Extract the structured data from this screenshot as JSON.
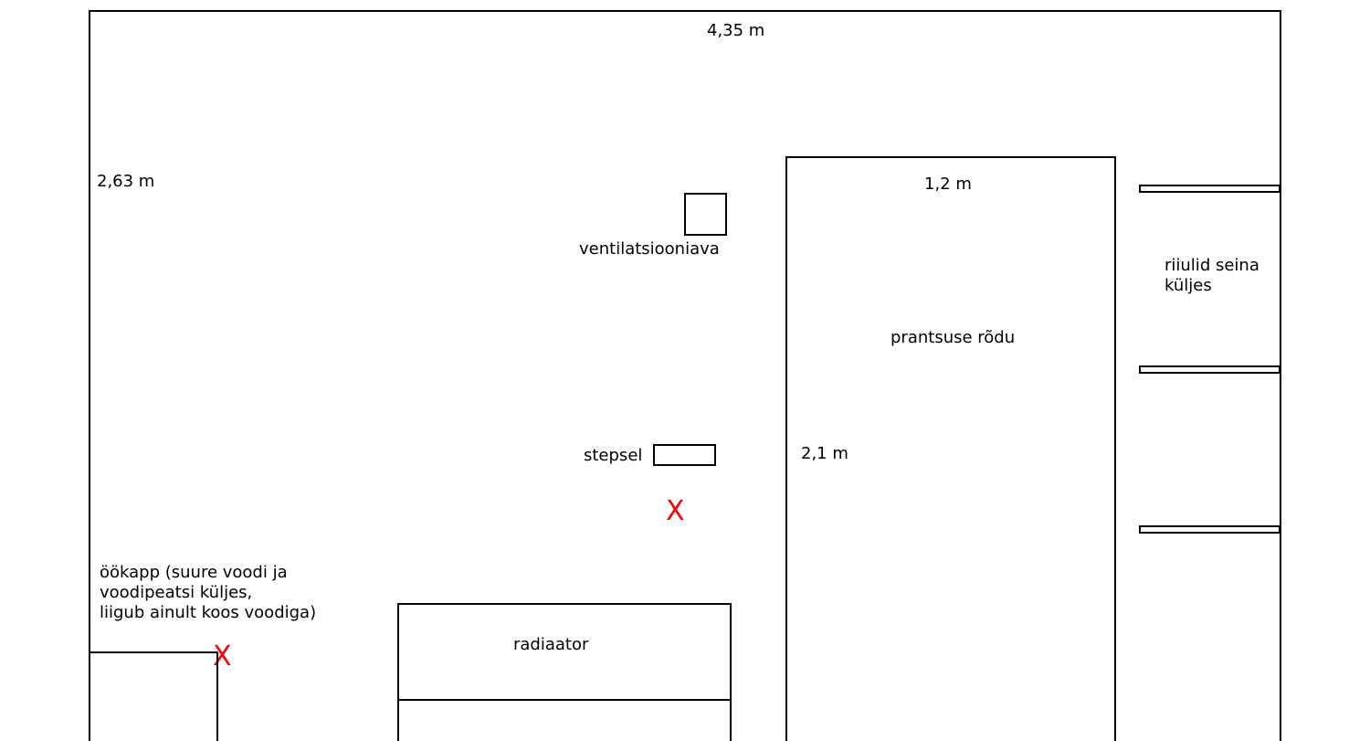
{
  "room": {
    "width_label": "4,35 m",
    "height_label": "2,63 m"
  },
  "door": {
    "label": "prantsuse rõdu",
    "width_label": "1,2 m",
    "height_label": "2,1 m"
  },
  "vent": {
    "label": "ventilatsiooniava"
  },
  "socket": {
    "label": "stepsel"
  },
  "shelves": {
    "label": "riiulid seina\nküljes",
    "count": 3
  },
  "radiator": {
    "label": "radiaator"
  },
  "nightstand": {
    "label": "öökapp (suure voodi ja\nvoodipeatsi küljes,\nliigub ainult koos voodiga)"
  },
  "markers": {
    "symbol": "X",
    "color": "#ff0000"
  }
}
